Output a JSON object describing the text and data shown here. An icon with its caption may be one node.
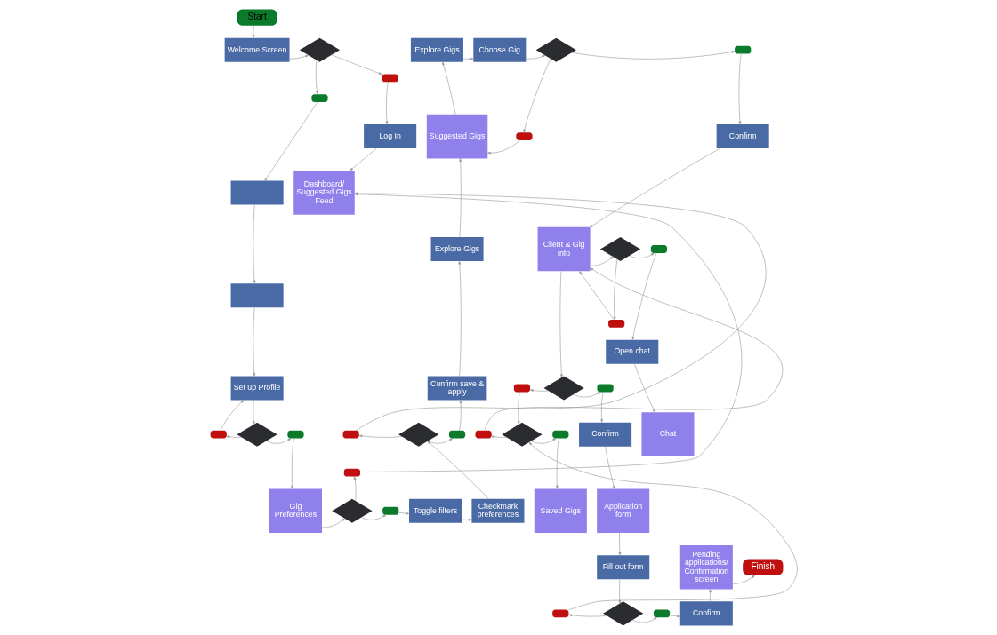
{
  "diagram": {
    "nodes": [
      {
        "text": [
          "Start"
        ]
      },
      {
        "text": [
          "Welcome Screen"
        ]
      },
      {
        "text": [],
        "shape": "diamond"
      },
      {
        "text": [],
        "shape": "pill"
      },
      {
        "text": [],
        "shape": "pill"
      },
      {
        "text": [
          "Log In"
        ]
      },
      {
        "text": [
          "Dashboard/ Suggested Gigs Feed"
        ]
      },
      {
        "text": [],
        "shape": "box"
      },
      {
        "text": [],
        "shape": "box"
      },
      {
        "text": [
          "Set up Profile"
        ]
      },
      {
        "text": [],
        "shape": "diamond"
      },
      {
        "text": [],
        "shape": "pill"
      },
      {
        "text": [],
        "shape": "pill"
      },
      {
        "text": [
          "Gig Preferences"
        ]
      },
      {
        "text": [],
        "shape": "diamond"
      },
      {
        "text": [],
        "shape": "pill"
      },
      {
        "text": [],
        "shape": "pill"
      },
      {
        "text": [
          "Toggle filters"
        ]
      },
      {
        "text": [
          "Checkmark preferences"
        ]
      },
      {
        "text": [],
        "shape": "diamond"
      },
      {
        "text": [],
        "shape": "pill"
      },
      {
        "text": [],
        "shape": "pill"
      },
      {
        "text": [
          "Confirm save & apply"
        ]
      },
      {
        "text": [
          "Explore Gigs"
        ]
      },
      {
        "text": [
          "Suggested Gigs"
        ]
      },
      {
        "text": [
          "Explore Gigs"
        ]
      },
      {
        "text": [
          "Choose Gig"
        ]
      },
      {
        "text": [],
        "shape": "diamond"
      },
      {
        "text": [],
        "shape": "pill"
      },
      {
        "text": [],
        "shape": "pill"
      },
      {
        "text": [
          "Confirm"
        ]
      },
      {
        "text": [
          "Client & Gig info"
        ]
      },
      {
        "text": [],
        "shape": "diamond"
      },
      {
        "text": [],
        "shape": "pill"
      },
      {
        "text": [],
        "shape": "pill"
      },
      {
        "text": [
          "Open chat"
        ]
      },
      {
        "text": [
          "Chat"
        ]
      },
      {
        "text": [],
        "shape": "diamond"
      },
      {
        "text": [],
        "shape": "pill"
      },
      {
        "text": [],
        "shape": "pill"
      },
      {
        "text": [],
        "shape": "diamond"
      },
      {
        "text": [],
        "shape": "pill"
      },
      {
        "text": [],
        "shape": "pill"
      },
      {
        "text": [
          "Confirm"
        ]
      },
      {
        "text": [
          "Saved Gigs"
        ]
      },
      {
        "text": [
          "Application form"
        ]
      },
      {
        "text": [
          "Fill out form"
        ]
      },
      {
        "text": [],
        "shape": "diamond"
      },
      {
        "text": [],
        "shape": "pill"
      },
      {
        "text": [],
        "shape": "pill"
      },
      {
        "text": [
          "Confirm"
        ]
      },
      {
        "text": [
          "Pending applications/ Confirmation screen"
        ]
      },
      {
        "text": [
          "Finish"
        ]
      }
    ],
    "edges": [
      {
        "from": 0,
        "to": 1,
        "arrow": "to"
      },
      {
        "from": 1,
        "to": 2,
        "arrow": "to"
      },
      {
        "from": 2,
        "to": 3,
        "arrow": "to"
      },
      {
        "from": 2,
        "to": 4,
        "arrow": "to"
      },
      {
        "from": 3,
        "to": 5,
        "arrow": "to"
      },
      {
        "from": 4,
        "to": 7,
        "arrow": "to"
      },
      {
        "from": 5,
        "to": 6,
        "arrow": "to"
      },
      {
        "from": 7,
        "to": 8,
        "arrow": "to"
      },
      {
        "from": 8,
        "to": 9,
        "arrow": "to"
      },
      {
        "from": 9,
        "to": 10,
        "arrow": "to"
      },
      {
        "from": 10,
        "to": 11,
        "arrow": "to"
      },
      {
        "from": 10,
        "to": 12,
        "arrow": "to"
      },
      {
        "from": 11,
        "to": 9,
        "arrow": "to"
      },
      {
        "from": 12,
        "to": 13,
        "arrow": "to"
      },
      {
        "from": 13,
        "to": 14,
        "arrow": "to"
      },
      {
        "from": 14,
        "to": 15,
        "arrow": "to"
      },
      {
        "from": 14,
        "to": 16,
        "arrow": "to"
      },
      {
        "from": 15,
        "to": 6,
        "arrow": "to"
      },
      {
        "from": 16,
        "to": 17,
        "arrow": "to"
      },
      {
        "from": 17,
        "to": 18,
        "arrow": "to"
      },
      {
        "from": 18,
        "to": 19,
        "arrow": "to"
      },
      {
        "from": 19,
        "to": 20,
        "arrow": "to"
      },
      {
        "from": 19,
        "to": 21,
        "arrow": "to"
      },
      {
        "from": 20,
        "to": 6,
        "arrow": "to"
      },
      {
        "from": 21,
        "to": 22,
        "arrow": "to"
      },
      {
        "from": 22,
        "to": 25,
        "arrow": "to"
      },
      {
        "from": 25,
        "to": 24,
        "arrow": "to"
      },
      {
        "from": 24,
        "to": 23,
        "arrow": "to"
      },
      {
        "from": 23,
        "to": 26,
        "arrow": "to"
      },
      {
        "from": 26,
        "to": 27,
        "arrow": "to"
      },
      {
        "from": 27,
        "to": 28,
        "arrow": "to"
      },
      {
        "from": 27,
        "to": 29,
        "arrow": "to"
      },
      {
        "from": 29,
        "to": 24,
        "arrow": "to"
      },
      {
        "from": 28,
        "to": 30,
        "arrow": "to"
      },
      {
        "from": 30,
        "to": 31,
        "arrow": "to"
      },
      {
        "from": 31,
        "to": 32,
        "arrow": "to"
      },
      {
        "from": 32,
        "to": 33,
        "arrow": "to"
      },
      {
        "from": 32,
        "to": 34,
        "arrow": "to"
      },
      {
        "from": 34,
        "to": 31,
        "arrow": "to"
      },
      {
        "from": 33,
        "to": 35,
        "arrow": "to"
      },
      {
        "from": 35,
        "to": 36,
        "arrow": "to"
      },
      {
        "from": 31,
        "to": 37,
        "arrow": "to"
      },
      {
        "from": 37,
        "to": 38,
        "arrow": "to"
      },
      {
        "from": 37,
        "to": 39,
        "arrow": "to"
      },
      {
        "from": 38,
        "to": 40,
        "arrow": "to"
      },
      {
        "from": 40,
        "to": 41,
        "arrow": "to"
      },
      {
        "from": 40,
        "to": 42,
        "arrow": "to"
      },
      {
        "from": 41,
        "to": 31,
        "arrow": "to"
      },
      {
        "from": 42,
        "to": 44,
        "arrow": "to"
      },
      {
        "from": 39,
        "to": 43,
        "arrow": "to"
      },
      {
        "from": 43,
        "to": 45,
        "arrow": "to"
      },
      {
        "from": 45,
        "to": 46,
        "arrow": "to"
      },
      {
        "from": 46,
        "to": 47,
        "arrow": "to"
      },
      {
        "from": 47,
        "to": 48,
        "arrow": "to"
      },
      {
        "from": 47,
        "to": 49,
        "arrow": "to"
      },
      {
        "from": 48,
        "to": 40,
        "arrow": "to"
      },
      {
        "from": 49,
        "to": 50,
        "arrow": "to"
      },
      {
        "from": 50,
        "to": 51,
        "arrow": "to"
      },
      {
        "from": 51,
        "to": 52,
        "arrow": "to"
      }
    ]
  }
}
